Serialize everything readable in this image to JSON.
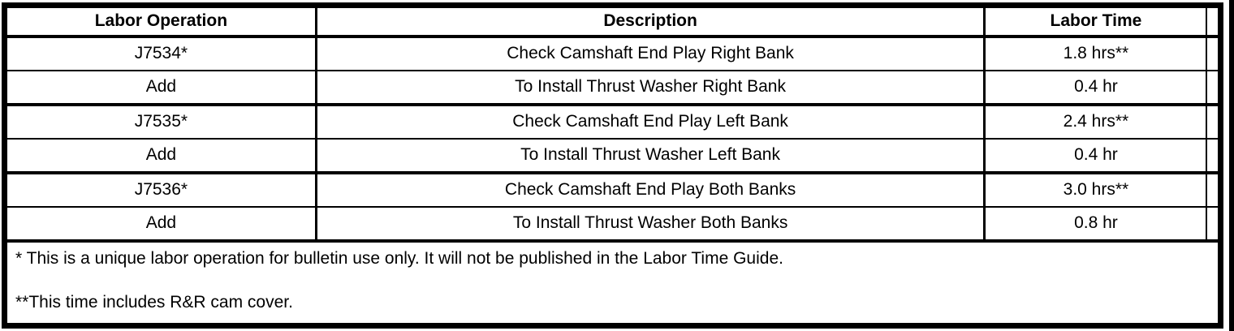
{
  "table": {
    "headers": {
      "labor_operation": "Labor Operation",
      "description": "Description",
      "labor_time": "Labor Time"
    },
    "rows": [
      {
        "op": "J7534*",
        "desc": "Check Camshaft End Play Right Bank",
        "time": "1.8 hrs**"
      },
      {
        "op": "Add",
        "desc": "To Install Thrust Washer Right Bank",
        "time": "0.4 hr"
      },
      {
        "op": "J7535*",
        "desc": "Check Camshaft End Play Left Bank",
        "time": "2.4 hrs**"
      },
      {
        "op": "Add",
        "desc": "To Install Thrust Washer Left Bank",
        "time": "0.4 hr"
      },
      {
        "op": "J7536*",
        "desc": "Check Camshaft End Play Both Banks",
        "time": "3.0 hrs**"
      },
      {
        "op": "Add",
        "desc": "To Install Thrust Washer Both Banks",
        "time": "0.8 hr"
      }
    ],
    "footnotes": [
      "* This is a unique labor operation for bulletin use only. It will not be published in the Labor Time Guide.",
      "**This time includes R&R cam cover."
    ]
  },
  "colors": {
    "border": "#000000",
    "background": "#ffffff",
    "text": "#000000"
  }
}
